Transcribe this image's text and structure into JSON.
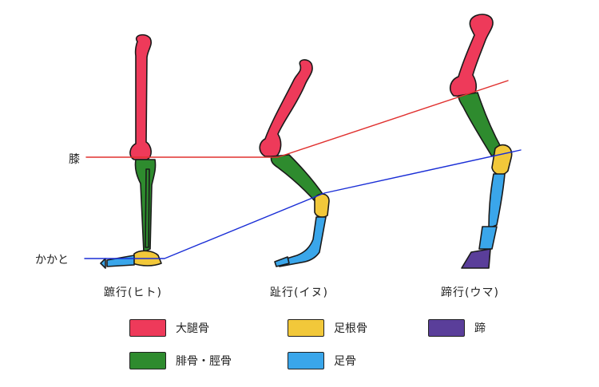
{
  "labels": {
    "knee": "膝",
    "heel": "かかと"
  },
  "legs": [
    {
      "label": "蹠行(ヒト)"
    },
    {
      "label": "趾行(イヌ)"
    },
    {
      "label": "蹄行(ウマ)"
    }
  ],
  "legend": [
    {
      "label": "大腿骨",
      "color": "#ee3a5a"
    },
    {
      "label": "腓骨・脛骨",
      "color": "#2e8b2e"
    },
    {
      "label": "足根骨",
      "color": "#f2c83a"
    },
    {
      "label": "足骨",
      "color": "#3aa6ea"
    },
    {
      "label": "蹄",
      "color": "#5a3e9a"
    }
  ],
  "lines": {
    "knee_color": "#e0302e",
    "heel_color": "#1a2ed6"
  }
}
